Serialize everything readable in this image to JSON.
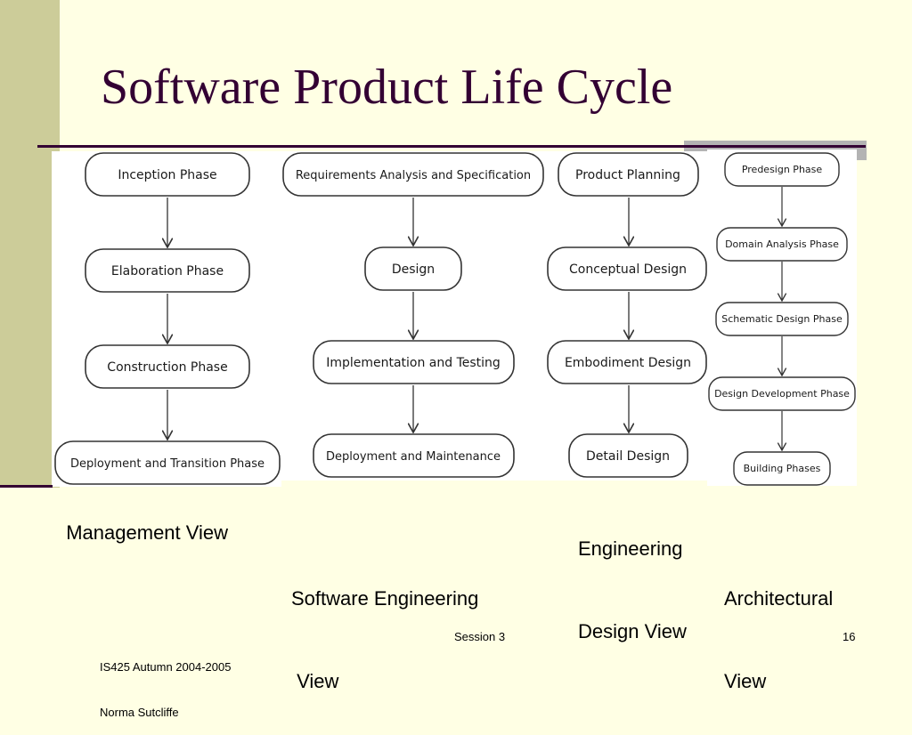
{
  "slide": {
    "title": "Software Product Life Cycle",
    "footer_left_line1": "IS425 Autumn 2004-2005",
    "footer_left_line2": "Norma Sutcliffe",
    "footer_center": "Session 3",
    "page_number": "16"
  },
  "views": {
    "management": {
      "label": "Management View",
      "phases": [
        "Inception Phase",
        "Elaboration Phase",
        "Construction Phase",
        "Deployment and Transition Phase"
      ]
    },
    "software_engineering": {
      "label_line1": "Software Engineering",
      "label_line2": " View",
      "phases": [
        "Requirements Analysis and Specification",
        "Design",
        "Implementation and Testing",
        "Deployment and Maintenance"
      ]
    },
    "engineering_design": {
      "label_line1": "Engineering",
      "label_line2": "Design View",
      "phases": [
        "Product Planning",
        "Conceptual Design",
        "Embodiment Design",
        "Detail Design"
      ]
    },
    "architectural": {
      "label_line1": "Architectural",
      "label_line2": "View",
      "phases": [
        "Predesign Phase",
        "Domain Analysis Phase",
        "Schematic Design Phase",
        "Design Development Phase",
        "Building Phases"
      ]
    }
  }
}
